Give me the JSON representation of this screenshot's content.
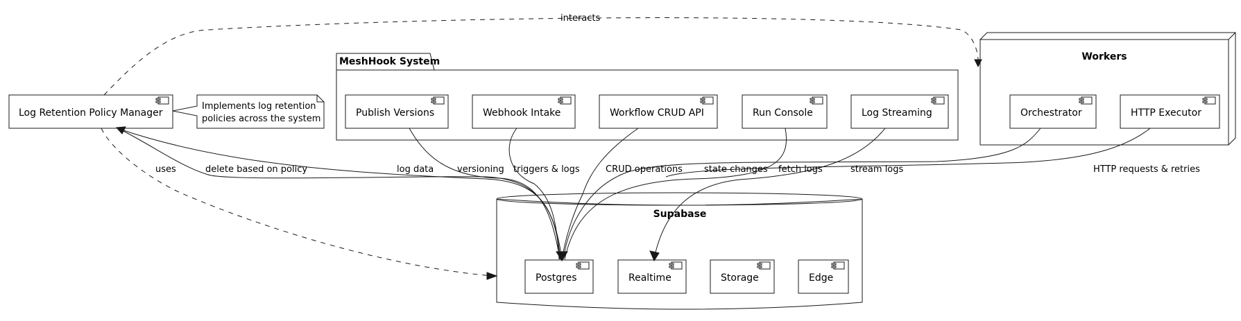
{
  "frames": {
    "meshhook": "MeshHook System",
    "workers": "Workers",
    "supabase": "Supabase"
  },
  "components": {
    "log_retention": "Log Retention Policy Manager",
    "publish_versions": "Publish Versions",
    "webhook_intake": "Webhook Intake",
    "workflow_crud": "Workflow CRUD API",
    "run_console": "Run Console",
    "log_streaming": "Log Streaming",
    "orchestrator": "Orchestrator",
    "http_executor": "HTTP Executor",
    "postgres": "Postgres",
    "realtime": "Realtime",
    "storage": "Storage",
    "edge": "Edge"
  },
  "note": {
    "line1": "Implements log retention",
    "line2": "policies across the system"
  },
  "edges": {
    "interacts": "interacts",
    "uses": "uses",
    "delete_based_on_policy": "delete based on policy",
    "log_data": "log data",
    "versioning": "versioning",
    "triggers_logs": "triggers & logs",
    "crud_operations": "CRUD operations",
    "state_changes": "state changes",
    "fetch_logs": "fetch logs",
    "stream_logs": "stream logs",
    "http_requests": "HTTP requests & retries"
  },
  "colors": {
    "line": "#181818",
    "background": "#ffffff"
  }
}
